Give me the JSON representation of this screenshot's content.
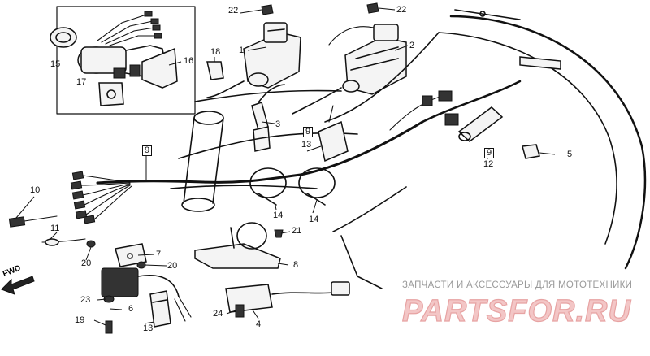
{
  "callouts": {
    "c1": "1",
    "c2": "2",
    "c3": "3",
    "c4": "4",
    "c5": "5",
    "c6": "6",
    "c7": "7",
    "c8": "8",
    "c9": "9",
    "c9b": "9",
    "c9c": "9",
    "c10": "10",
    "c11": "11",
    "c12": "12",
    "c13a": "13",
    "c13b": "13",
    "c14a": "14",
    "c14b": "14",
    "c15": "15",
    "c16": "16",
    "c17": "17",
    "c18": "18",
    "c19": "19",
    "c20a": "20",
    "c20b": "20",
    "c21": "21",
    "c22a": "22",
    "c22b": "22",
    "c23": "23",
    "c24": "24"
  },
  "direction": {
    "label": "FWD"
  },
  "watermark": {
    "caption": "ЗАПЧАСТИ И АКСЕССУАРЫ ДЛЯ МОТОТЕХНИКИ",
    "logo": "PARTSFOR.RU"
  }
}
